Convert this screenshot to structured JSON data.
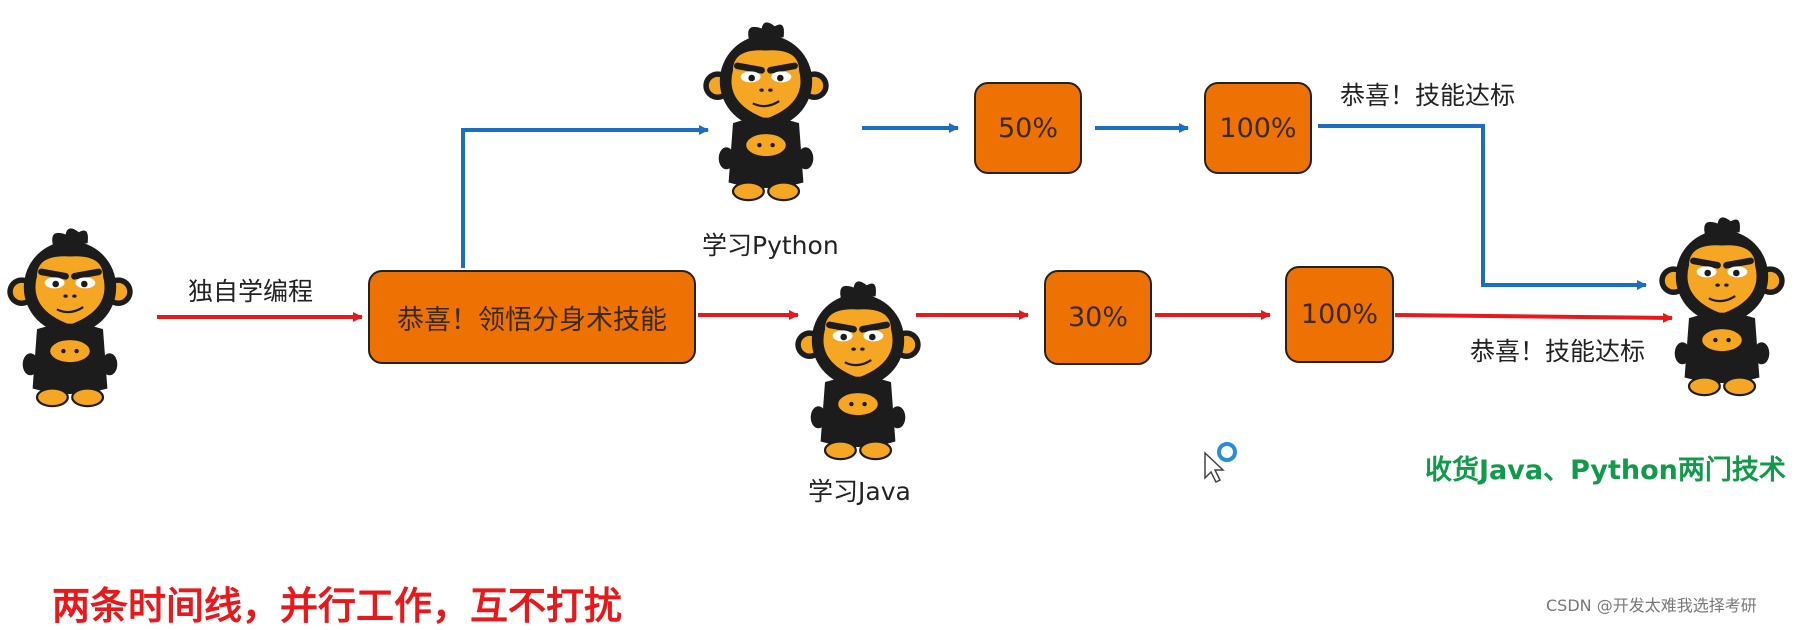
{
  "labels": {
    "self_study": "独自学编程",
    "learn_python": "学习Python",
    "learn_java": "学习Java",
    "congrats_top": "恭喜！技能达标",
    "congrats_bottom": "恭喜！技能达标",
    "result": "收货Java、Python两门技术",
    "caption": "两条时间线，并行工作，互不打扰",
    "watermark": "CSDN @开发太难我选择考研"
  },
  "boxes": {
    "split_skill": "恭喜！领悟分身术技能",
    "python_50": "50%",
    "python_100": "100%",
    "java_30": "30%",
    "java_100": "100%"
  },
  "colors": {
    "box_fill": "#ee7203",
    "python_arrow": "#1a6fc0",
    "java_arrow": "#e8181b",
    "result_text": "#119a4a",
    "caption_text": "#e8181b"
  },
  "icons": [
    "monkey-mascot",
    "cursor-icon"
  ]
}
